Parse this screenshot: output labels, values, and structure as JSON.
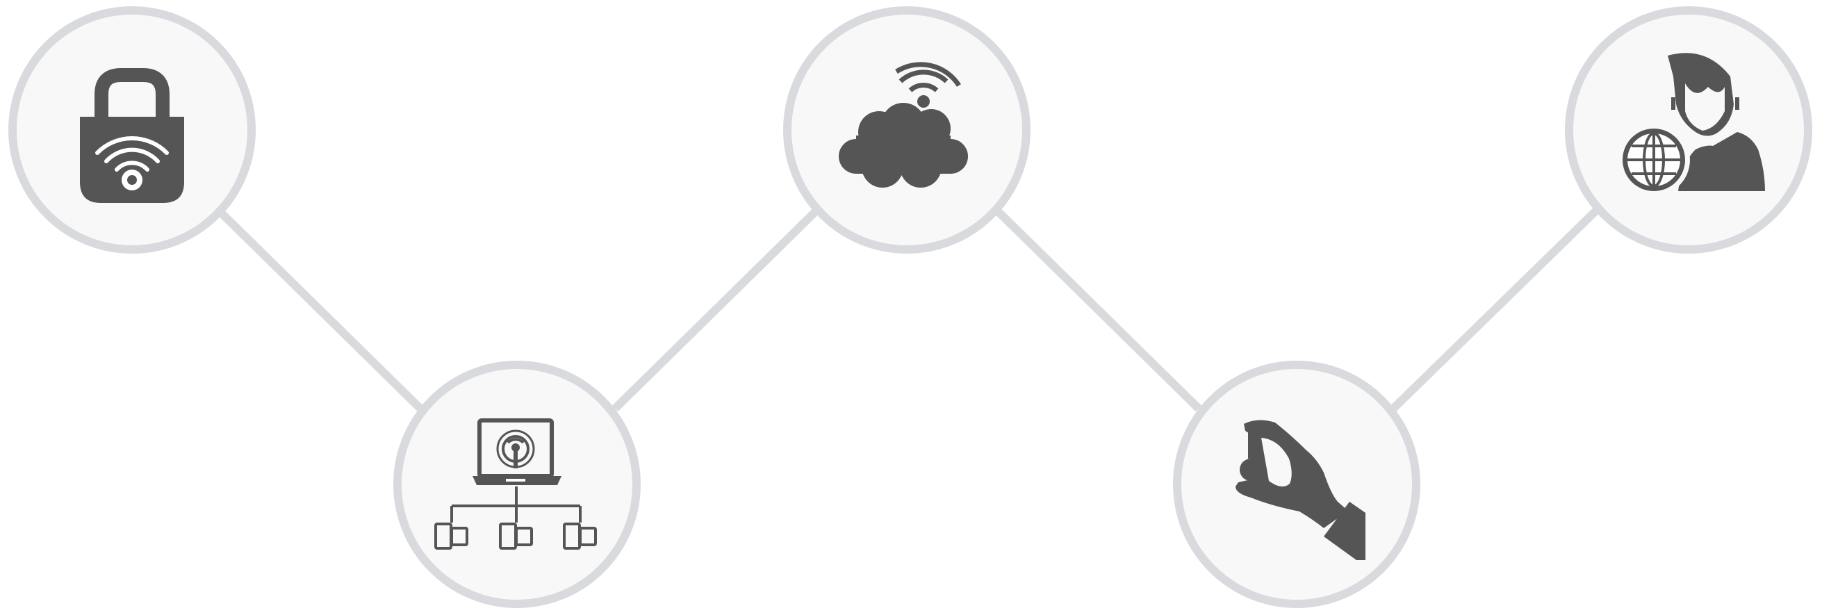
{
  "colors": {
    "icon": "#555555",
    "ring": "#d9dadd",
    "node_fill": "#f8f8f8",
    "background": "#ffffff"
  },
  "nodes": [
    {
      "id": "wifi-lock",
      "icon": "padlock-wifi-icon"
    },
    {
      "id": "laptop-network",
      "icon": "laptop-broadcast-network-icon"
    },
    {
      "id": "wifi-cloud",
      "icon": "cloud-wifi-icon"
    },
    {
      "id": "hand-coin",
      "icon": "hand-holding-coin-icon"
    },
    {
      "id": "global-support",
      "icon": "person-globe-icon"
    }
  ],
  "connections": [
    {
      "from": "wifi-lock",
      "to": "laptop-network"
    },
    {
      "from": "laptop-network",
      "to": "wifi-cloud"
    },
    {
      "from": "wifi-cloud",
      "to": "hand-coin"
    },
    {
      "from": "hand-coin",
      "to": "global-support"
    }
  ]
}
